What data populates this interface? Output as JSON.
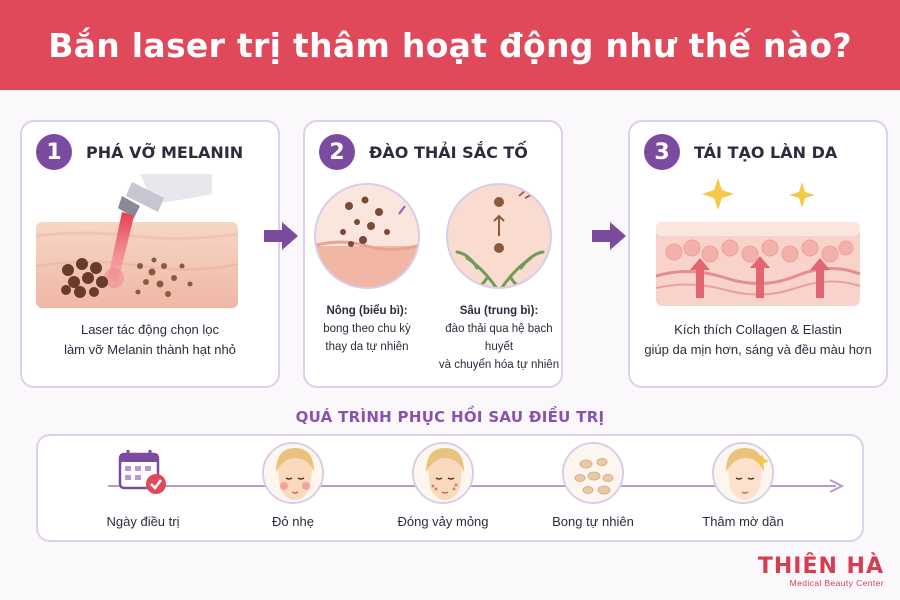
{
  "header": {
    "title": "Bắn laser trị thâm hoạt động như thế nào?"
  },
  "steps": [
    {
      "number": "1",
      "title": "PHÁ VỠ MELANIN",
      "desc_line1": "Laser tác động chọn lọc",
      "desc_line2": "làm vỡ Melanin thành hạt nhỏ"
    },
    {
      "number": "2",
      "title": "ĐÀO THẢI SẮC TỐ",
      "left_bold": "Nông (biểu bì):",
      "left_line1": "bong theo chu kỳ",
      "left_line2": "thay da tự nhiên",
      "right_bold": "Sâu (trung bì):",
      "right_line1": "đào thải qua hệ bạch huyết",
      "right_line2": "và chuyển hóa tự nhiên"
    },
    {
      "number": "3",
      "title": "TÁI TẠO LÀN DA",
      "desc_line1": "Kích thích Collagen & Elastin",
      "desc_line2": "giúp da mịn hơn, sáng và đều màu hơn"
    }
  ],
  "recovery": {
    "title": "QUÁ TRÌNH PHỤC HỒI SAU ĐIỀU TRỊ",
    "stages": [
      {
        "label": "Ngày điều trị",
        "icon": "calendar-check-icon"
      },
      {
        "label": "Đỏ nhẹ",
        "icon": "face-redness-icon"
      },
      {
        "label": "Đóng vảy mỏng",
        "icon": "face-scab-icon"
      },
      {
        "label": "Bong tự nhiên",
        "icon": "peeling-flakes-icon"
      },
      {
        "label": "Thâm mờ dần",
        "icon": "face-glow-icon"
      }
    ]
  },
  "brand": {
    "name": "THIÊN HÀ",
    "subtitle": "Medical Beauty Center"
  },
  "colors": {
    "banner": "#e0495a",
    "accent_purple": "#7b4ba0",
    "brand_red": "#d63d50"
  }
}
